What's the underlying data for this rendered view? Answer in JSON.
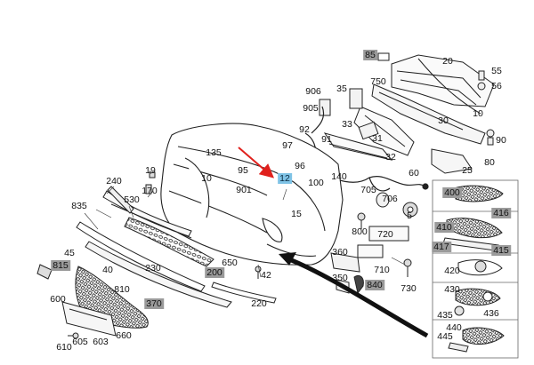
{
  "diagram": {
    "accent_colors": {
      "highlight_gray": "#9a9a9a",
      "highlight_blue": "#7fc3e6",
      "pointer_red": "#e0201c"
    },
    "part_labels": [
      {
        "text": "85",
        "style": "gray"
      },
      {
        "text": "20",
        "style": "plain"
      },
      {
        "text": "55",
        "style": "plain"
      },
      {
        "text": "906",
        "style": "plain"
      },
      {
        "text": "35",
        "style": "plain"
      },
      {
        "text": "750",
        "style": "plain"
      },
      {
        "text": "56",
        "style": "plain"
      },
      {
        "text": "905",
        "style": "plain"
      },
      {
        "text": "33",
        "style": "plain"
      },
      {
        "text": "30",
        "style": "plain"
      },
      {
        "text": "10",
        "style": "plain"
      },
      {
        "text": "92",
        "style": "plain"
      },
      {
        "text": "91",
        "style": "plain"
      },
      {
        "text": "90",
        "style": "plain"
      },
      {
        "text": "97",
        "style": "plain"
      },
      {
        "text": "31",
        "style": "plain"
      },
      {
        "text": "135",
        "style": "plain"
      },
      {
        "text": "96",
        "style": "plain"
      },
      {
        "text": "32",
        "style": "plain"
      },
      {
        "text": "80",
        "style": "plain"
      },
      {
        "text": "19",
        "style": "plain"
      },
      {
        "text": "95",
        "style": "plain"
      },
      {
        "text": "25",
        "style": "plain"
      },
      {
        "text": "10",
        "style": "plain"
      },
      {
        "text": "12",
        "style": "blue"
      },
      {
        "text": "100",
        "style": "plain"
      },
      {
        "text": "140",
        "style": "plain"
      },
      {
        "text": "60",
        "style": "plain"
      },
      {
        "text": "240",
        "style": "plain"
      },
      {
        "text": "170",
        "style": "plain"
      },
      {
        "text": "901",
        "style": "plain"
      },
      {
        "text": "705",
        "style": "plain"
      },
      {
        "text": "530",
        "style": "plain"
      },
      {
        "text": "400",
        "style": "gray"
      },
      {
        "text": "706",
        "style": "plain"
      },
      {
        "text": "835",
        "style": "plain"
      },
      {
        "text": "15",
        "style": "plain"
      },
      {
        "text": "5",
        "style": "plain"
      },
      {
        "text": "410",
        "style": "gray"
      },
      {
        "text": "416",
        "style": "gray"
      },
      {
        "text": "800",
        "style": "plain"
      },
      {
        "text": "45",
        "style": "plain"
      },
      {
        "text": "720",
        "style": "plain"
      },
      {
        "text": "815",
        "style": "gray"
      },
      {
        "text": "417",
        "style": "gray"
      },
      {
        "text": "415",
        "style": "gray"
      },
      {
        "text": "360",
        "style": "plain"
      },
      {
        "text": "650",
        "style": "plain"
      },
      {
        "text": "40",
        "style": "plain"
      },
      {
        "text": "230",
        "style": "plain"
      },
      {
        "text": "200",
        "style": "gray"
      },
      {
        "text": "42",
        "style": "plain"
      },
      {
        "text": "710",
        "style": "plain"
      },
      {
        "text": "420",
        "style": "plain"
      },
      {
        "text": "350",
        "style": "plain"
      },
      {
        "text": "840",
        "style": "gray"
      },
      {
        "text": "730",
        "style": "plain"
      },
      {
        "text": "810",
        "style": "plain"
      },
      {
        "text": "600",
        "style": "plain"
      },
      {
        "text": "430",
        "style": "plain"
      },
      {
        "text": "370",
        "style": "gray"
      },
      {
        "text": "220",
        "style": "plain"
      },
      {
        "text": "435",
        "style": "plain"
      },
      {
        "text": "436",
        "style": "plain"
      },
      {
        "text": "440",
        "style": "plain"
      },
      {
        "text": "660",
        "style": "plain"
      },
      {
        "text": "605",
        "style": "plain"
      },
      {
        "text": "603",
        "style": "plain"
      },
      {
        "text": "445",
        "style": "plain"
      },
      {
        "text": "610",
        "style": "plain"
      }
    ]
  }
}
